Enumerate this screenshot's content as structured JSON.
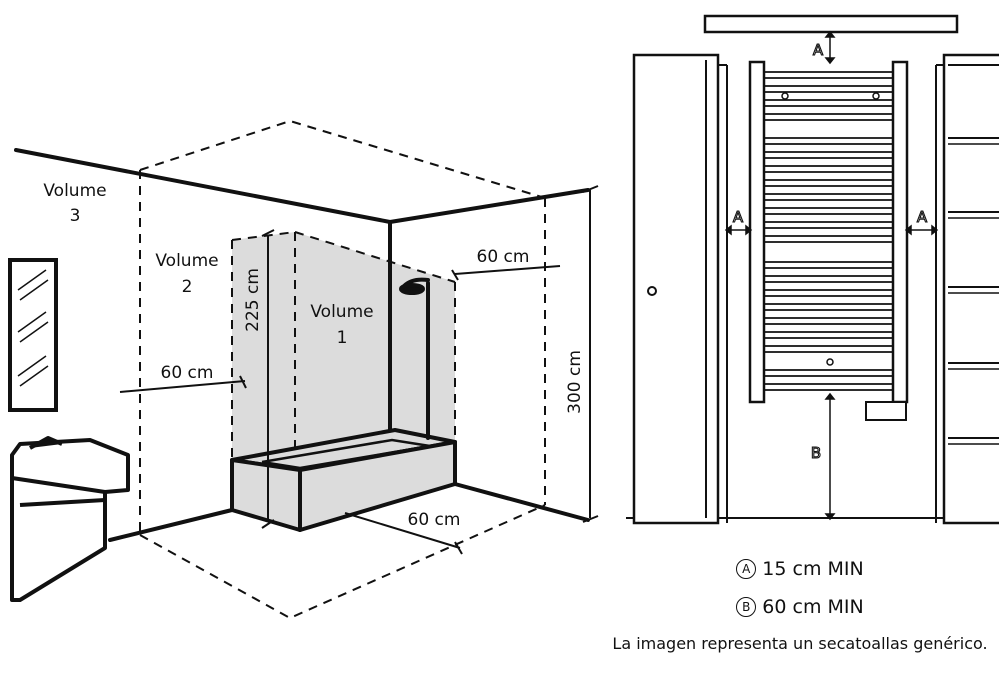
{
  "bathroom": {
    "volume3": [
      "Volume",
      "3"
    ],
    "volume2": [
      "Volume",
      "2"
    ],
    "volume1": [
      "Volume",
      "1"
    ],
    "dim_225": "225 cm",
    "dim_300": "300 cm",
    "dim_60_top": "60 cm",
    "dim_60_left": "60 cm",
    "dim_60_floor": "60 cm"
  },
  "towel_rail": {
    "letter_a": "A",
    "letter_b": "B"
  },
  "legend": {
    "a_symbol": "A",
    "a_text": "15 cm MIN",
    "b_symbol": "B",
    "b_text": "60 cm MIN",
    "note": "La imagen representa un secatoallas genérico."
  }
}
